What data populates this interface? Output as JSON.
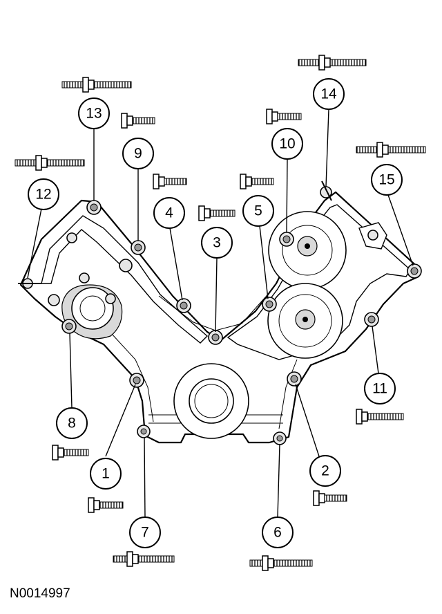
{
  "figure_id": "N0014997",
  "callouts": [
    "1",
    "2",
    "3",
    "4",
    "5",
    "6",
    "7",
    "8",
    "9",
    "10",
    "11",
    "12",
    "13",
    "14",
    "15"
  ]
}
